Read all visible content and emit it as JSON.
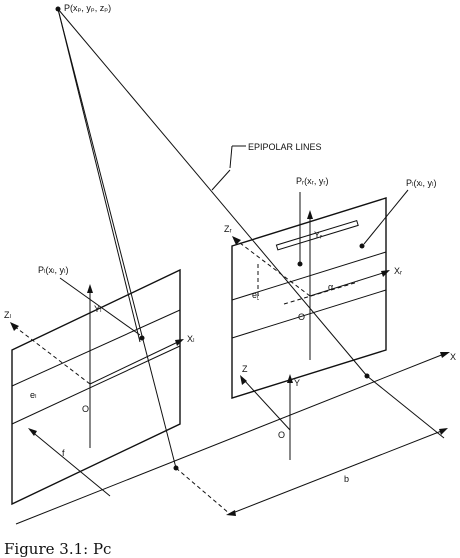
{
  "labels": {
    "point_p": "P(xₚ, yₚ, zₚ)",
    "epipolar_lines": "EPIPOLAR LINES",
    "pr": "Pᵣ(xᵣ, yᵣ)",
    "pl_right": "Pₗ(xₗ, yₗ)",
    "pl_left": "Pₗ(xₗ, yₗ)",
    "z_left": "Zₗ",
    "y_left": "Yₗ",
    "x_left": "Xₗ",
    "e_left": "eₗ",
    "o_left": "O",
    "f_left": "f",
    "z_right": "Zᵣ",
    "y_right": "Yᵣ",
    "x_right": "Xᵣ",
    "e_right": "eᵣ",
    "o_right": "O",
    "alpha": "α",
    "z_world": "Z",
    "y_world": "Y",
    "x_world": "X",
    "o_world": "O",
    "b": "b"
  },
  "caption": "Figure 3.1: Pc"
}
